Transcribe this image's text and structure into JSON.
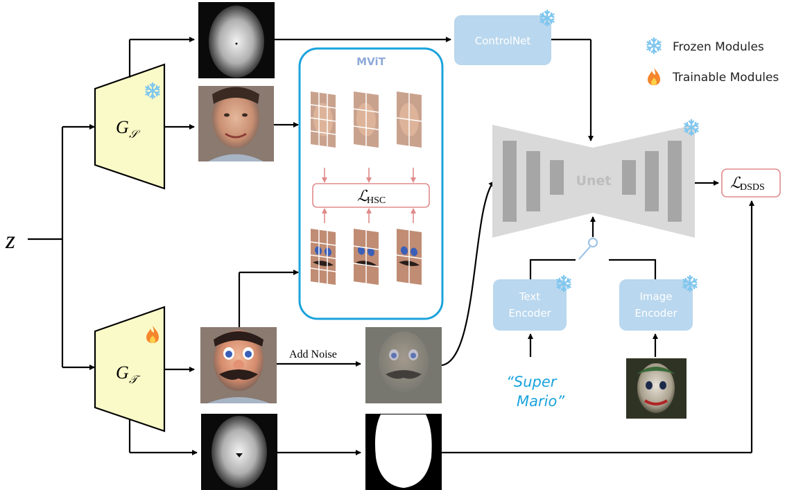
{
  "legend": {
    "frozen_label": "Frozen Modules",
    "trainable_label": "Trainable Modules",
    "frozen_icon": "snowflake-icon",
    "trainable_icon": "fire-icon"
  },
  "input": {
    "symbol": "z"
  },
  "generators": {
    "source": {
      "symbol": "G",
      "subscript": "𝒮"
    },
    "target": {
      "symbol": "G",
      "subscript": "𝒯"
    }
  },
  "mvit": {
    "title": "MViT",
    "loss_symbol": "ℒ",
    "loss_subscript": "HSC"
  },
  "controlnet": {
    "label": "ControlNet"
  },
  "unet": {
    "label": "Unet"
  },
  "encoders": {
    "text_line1": "Text",
    "text_line2": "Encoder",
    "image_line1": "Image",
    "image_line2": "Encoder"
  },
  "prompt": {
    "line1": "“Super",
    "line2": "Mario”"
  },
  "noise": {
    "label": "Add Noise"
  },
  "output_loss": {
    "symbol": "ℒ",
    "subscript": "DSDS"
  },
  "colors": {
    "generator_fill": "#fafac8",
    "module_fill": "#b9d7ee",
    "unet_fill": "#d9d9d9",
    "unet_bars": "#a6a6a6",
    "mvit_border": "#1aa3dc",
    "mvit_title": "#8fa9d8",
    "loss_border": "#e08a8a",
    "prompt_color": "#1aa3dc",
    "snowflake": "#7fc6ee"
  }
}
